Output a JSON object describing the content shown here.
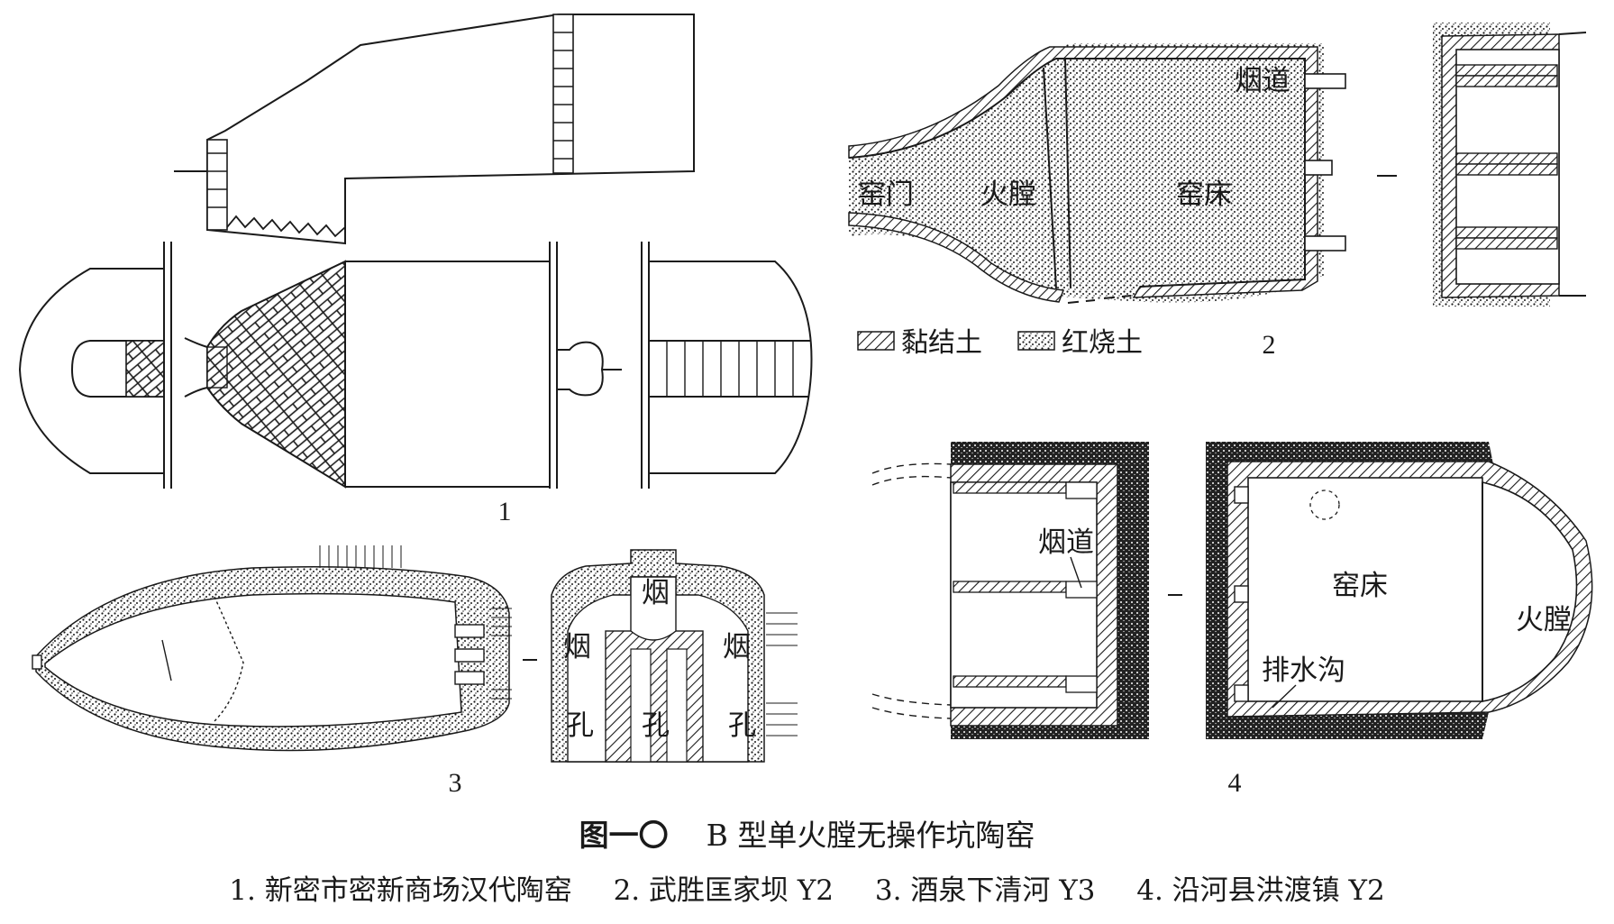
{
  "figure": {
    "number": "图一〇",
    "title": "B 型单火膛无操作坑陶窑",
    "captions": [
      "1. 新密市密新商场汉代陶窑",
      "2. 武胜匡家坝 Y2",
      "3. 酒泉下清河 Y3",
      "4. 沿河县洪渡镇 Y2"
    ]
  },
  "panel_numbers": {
    "p1": "1",
    "p2": "2",
    "p3": "3",
    "p4": "4"
  },
  "panel2": {
    "kiln_door": "窑门",
    "firebox": "火膛",
    "kiln_bed": "窑床",
    "flue": "烟道",
    "legend": {
      "clay": "黏结土",
      "burnt_earth": "红烧土"
    }
  },
  "panel3": {
    "flue_top": "烟",
    "flue_left": "烟",
    "flue_right": "烟",
    "hole_left": "孔",
    "hole_mid": "孔",
    "hole_right": "孔"
  },
  "panel4": {
    "flue": "烟道",
    "kiln_bed": "窑床",
    "firebox": "火膛",
    "drain": "排水沟"
  },
  "colors": {
    "ink": "#1a1a1a",
    "background": "#ffffff"
  }
}
